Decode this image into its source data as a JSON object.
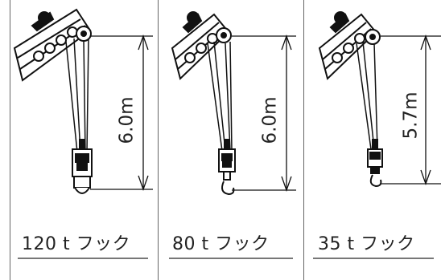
{
  "panels": [
    {
      "hook_label": "120 t フック",
      "height_label": "6.0m"
    },
    {
      "hook_label": "80 t フック",
      "height_label": "6.0m"
    },
    {
      "hook_label": "35 t フック",
      "height_label": "5.7m"
    }
  ]
}
